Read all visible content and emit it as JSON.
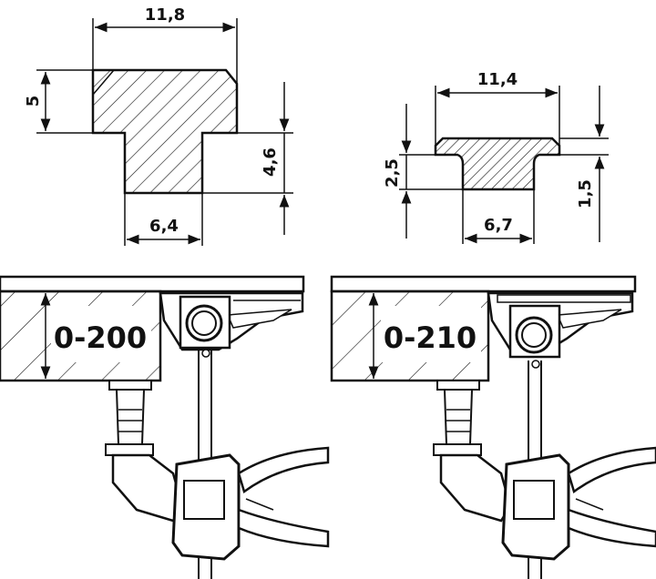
{
  "profile_large": {
    "top_width": "11,8",
    "height_top": "5",
    "height_stem": "4,6",
    "stem_width": "6,4"
  },
  "profile_small": {
    "top_width": "11,4",
    "height_left": "2,5",
    "height_right": "1,5",
    "stem_width": "6,7"
  },
  "clamp_left": {
    "range": "0-200"
  },
  "clamp_right": {
    "range": "0-210"
  }
}
